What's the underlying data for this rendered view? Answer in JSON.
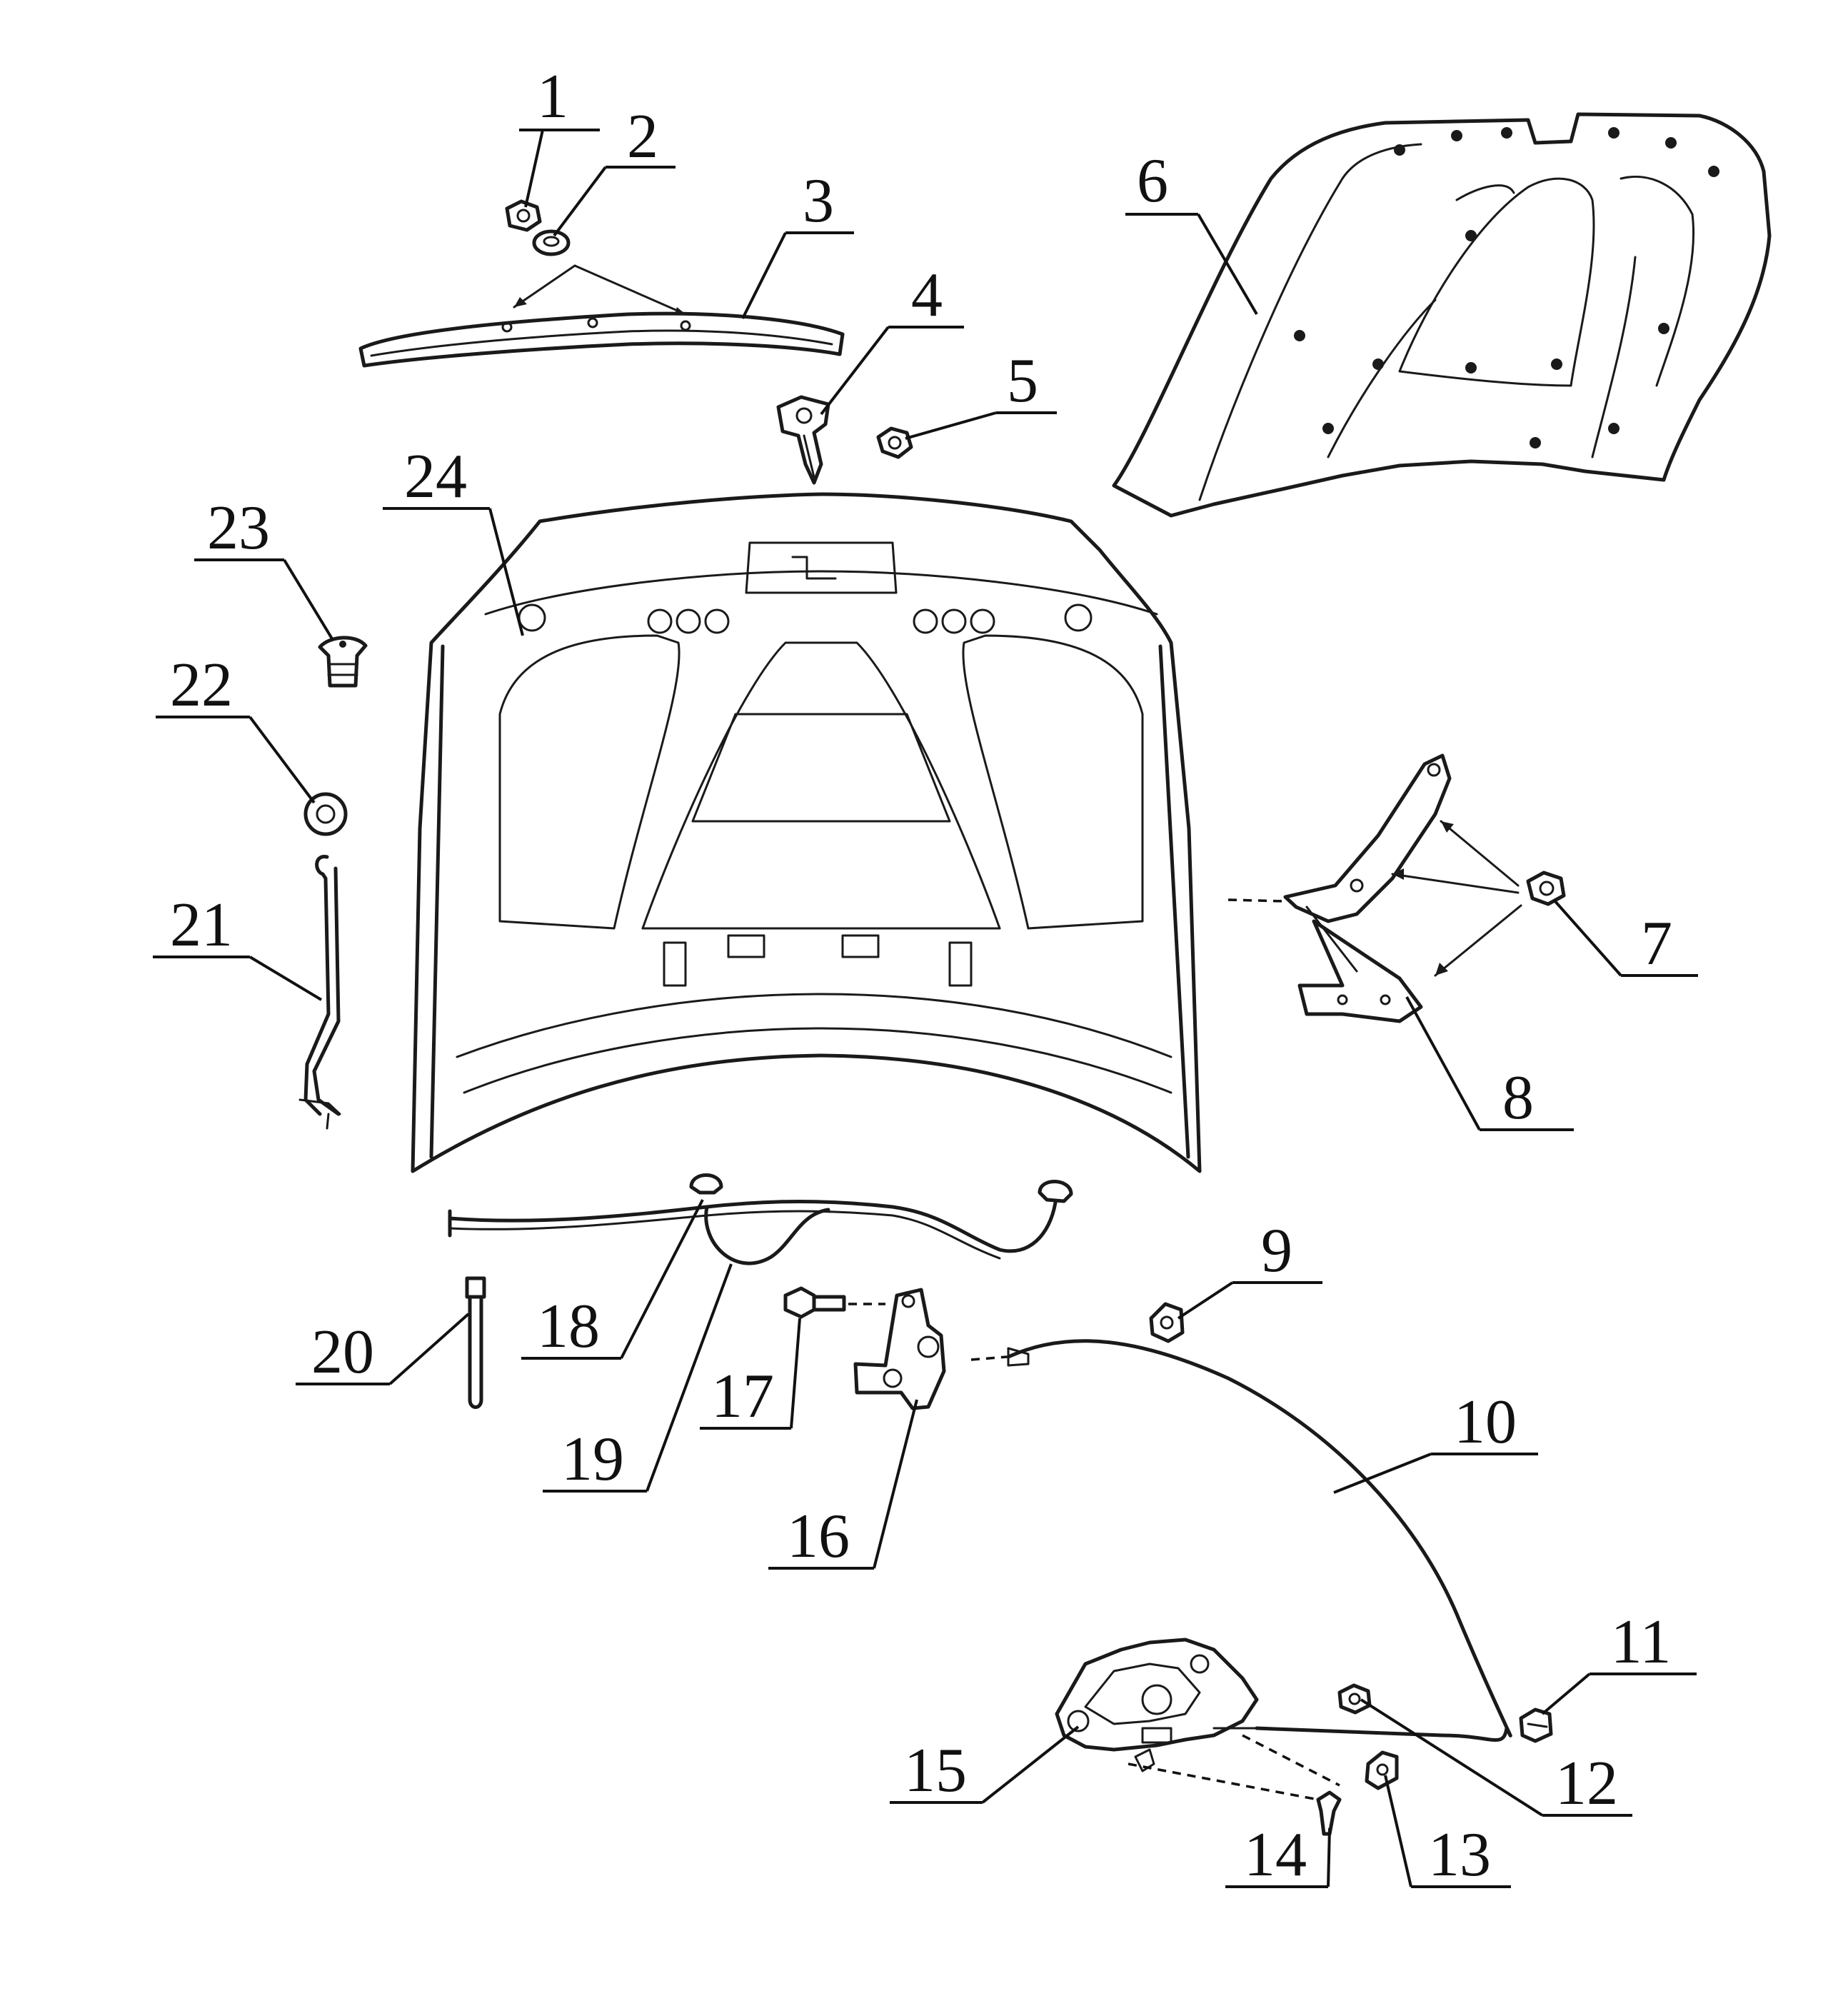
{
  "callouts": [
    {
      "id": "1",
      "label": "1"
    },
    {
      "id": "2",
      "label": "2"
    },
    {
      "id": "3",
      "label": "3"
    },
    {
      "id": "4",
      "label": "4"
    },
    {
      "id": "5",
      "label": "5"
    },
    {
      "id": "6",
      "label": "6"
    },
    {
      "id": "7",
      "label": "7"
    },
    {
      "id": "8",
      "label": "8"
    },
    {
      "id": "9",
      "label": "9"
    },
    {
      "id": "10",
      "label": "10"
    },
    {
      "id": "11",
      "label": "11"
    },
    {
      "id": "12",
      "label": "12"
    },
    {
      "id": "13",
      "label": "13"
    },
    {
      "id": "14",
      "label": "14"
    },
    {
      "id": "15",
      "label": "15"
    },
    {
      "id": "16",
      "label": "16"
    },
    {
      "id": "17",
      "label": "17"
    },
    {
      "id": "18",
      "label": "18"
    },
    {
      "id": "19",
      "label": "19"
    },
    {
      "id": "20",
      "label": "20"
    },
    {
      "id": "21",
      "label": "21"
    },
    {
      "id": "22",
      "label": "22"
    },
    {
      "id": "23",
      "label": "23"
    },
    {
      "id": "24",
      "label": "24"
    }
  ],
  "line_color": "#1a1a1a",
  "background_color": "#ffffff"
}
